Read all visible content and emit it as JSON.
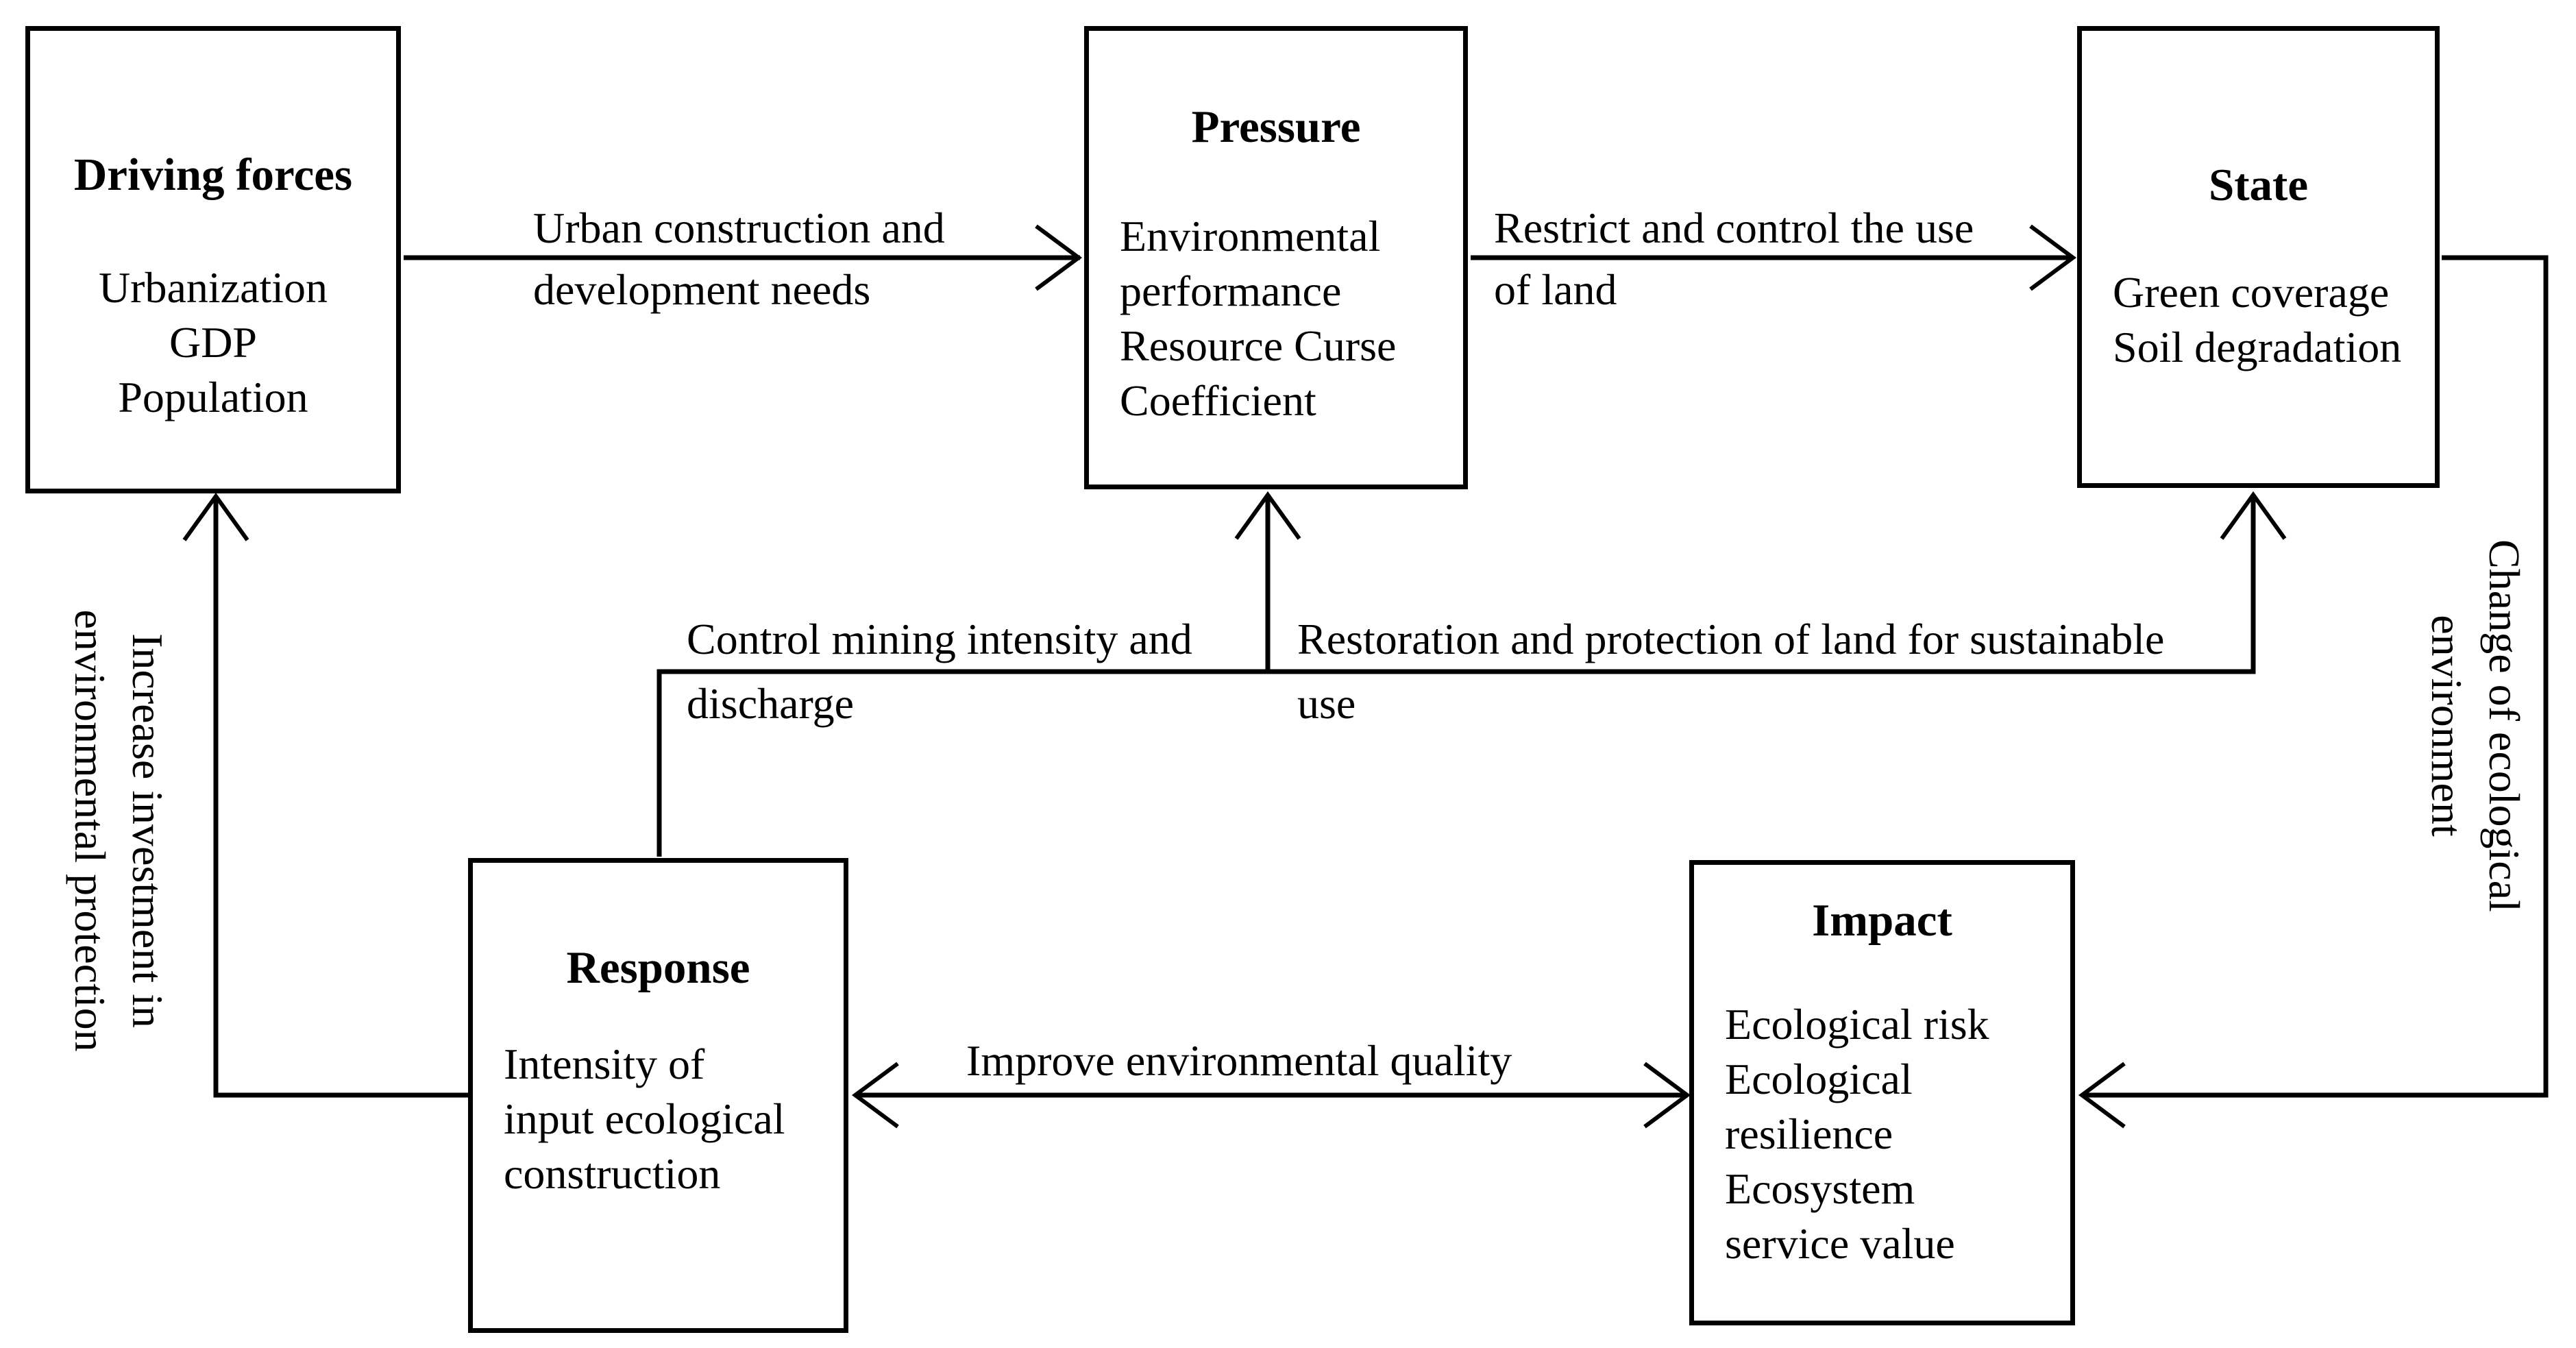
{
  "diagram": {
    "type": "DPSIR framework flow diagram",
    "colors": {
      "line": "#000000",
      "background": "#ffffff",
      "text": "#000000"
    },
    "boxes": {
      "driving_forces": {
        "title": "Driving forces",
        "lines": [
          "Urbanization",
          "GDP",
          "Population"
        ]
      },
      "pressure": {
        "title": "Pressure",
        "lines": [
          "Environmental",
          "performance",
          "Resource Curse",
          "Coefficient"
        ]
      },
      "state": {
        "title": "State",
        "lines": [
          "Green coverage",
          "Soil degradation"
        ]
      },
      "response": {
        "title": "Response",
        "lines": [
          "Intensity of",
          "input ecological",
          "construction"
        ]
      },
      "impact": {
        "title": "Impact",
        "lines": [
          "Ecological risk",
          "Ecological",
          "resilience",
          "Ecosystem",
          "service value"
        ]
      }
    },
    "edge_labels": {
      "df_to_pressure": {
        "line1": "Urban construction and",
        "line2": "development needs"
      },
      "pressure_to_state": {
        "line1": "Restrict and control the use",
        "line2": "of land"
      },
      "response_to_pressure": {
        "line1": "Control mining intensity and",
        "line2": "discharge"
      },
      "response_to_state": {
        "line1": "Restoration and protection of land for sustainable",
        "line2": "use"
      },
      "impact_to_response": {
        "text": "Improve environmental quality"
      },
      "response_to_df": {
        "line1": "Increase investment in",
        "line2": "environmental protection"
      },
      "state_to_impact": {
        "line1": "Change of ecological",
        "line2": "environment"
      }
    }
  }
}
